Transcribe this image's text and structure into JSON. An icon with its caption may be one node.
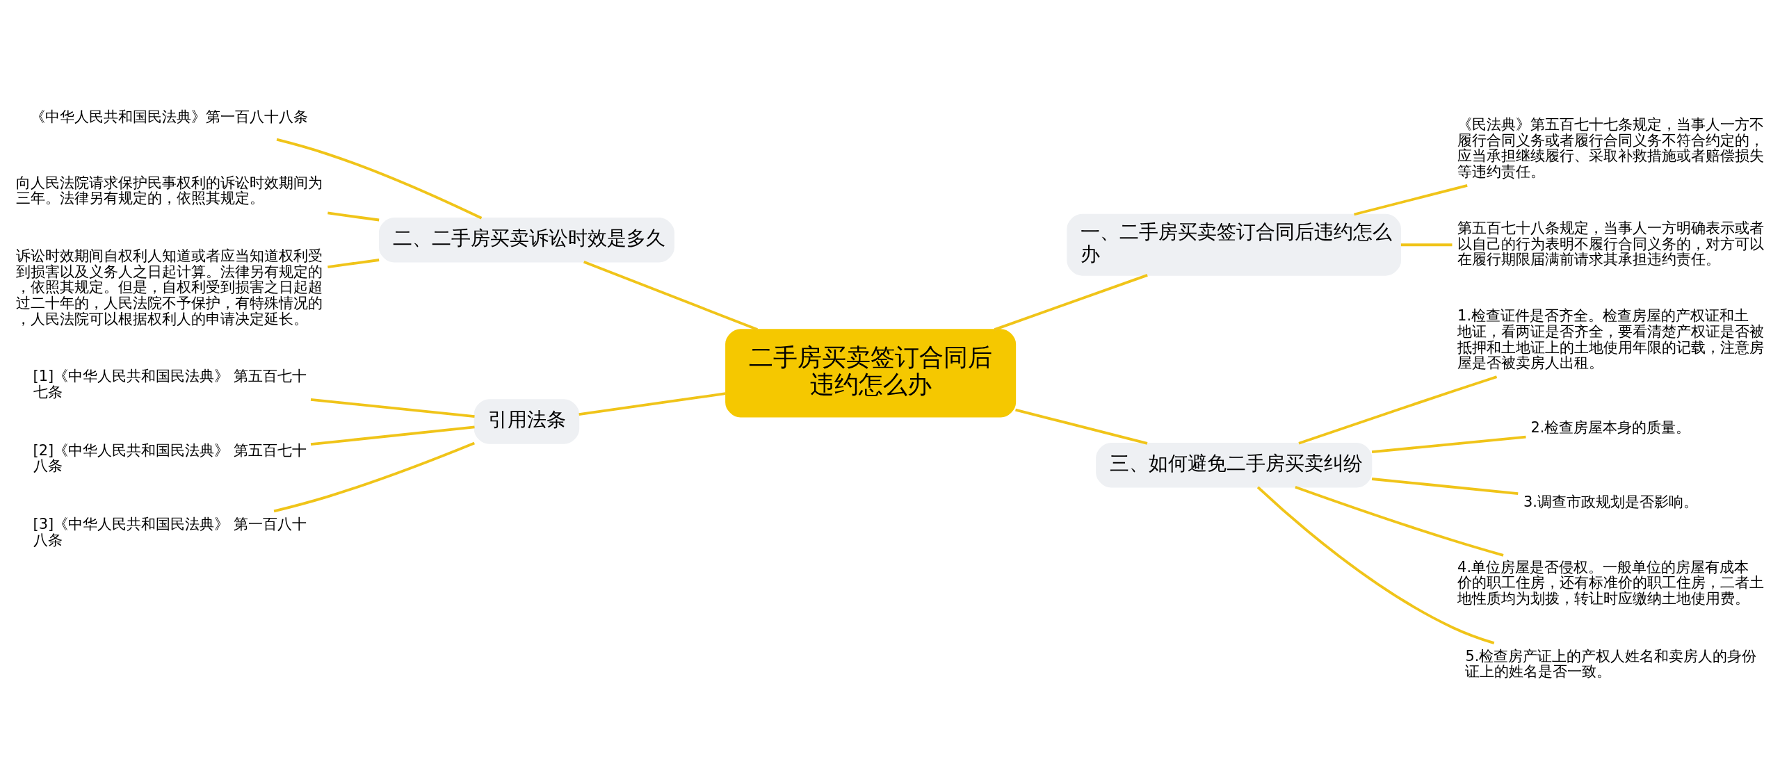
{
  "diagram": {
    "nodes": [
      {
        "text": [
          "二手房买卖签订合同后违约怎么办"
        ]
      },
      {
        "text": [
          "二、二手房买卖诉讼时效是多久"
        ]
      },
      {
        "text": [
          "《中华人民共和国民法典》第一百八十八条"
        ]
      },
      {
        "text": [
          "向人民法院请求保护民事权利的诉讼时效期间为三年。法律另有规定的，依照其规定。"
        ]
      },
      {
        "text": [
          "诉讼时效期间自权利人知道或者应当知道权利受到损害以及义务人之日起计算。法律另有规定的，依照其规定。但是，自权利受到损害之日起超过二十年的，人民法院不予保护，有特殊情况的，人民法院可以根据权利人的申请决定延长。"
        ]
      },
      {
        "text": [
          "引用法条"
        ]
      },
      {
        "text": [
          "[1]《中华人民共和国民法典》 第五百七十七条"
        ]
      },
      {
        "text": [
          "[2]《中华人民共和国民法典》 第五百七十八条"
        ]
      },
      {
        "text": [
          "[3]《中华人民共和国民法典》 第一百八十八条"
        ]
      },
      {
        "text": [
          "一、二手房买卖签订合同后违约怎么办"
        ]
      },
      {
        "text": [
          "《民法典》第五百七十七条规定，当事人一方不履行合同义务或者履行合同义务不符合约定的，应当承担继续履行、采取补救措施或者赔偿损失等违约责任。"
        ]
      },
      {
        "text": [
          "第五百七十八条规定，当事人一方明确表示或者以自己的行为表明不履行合同义务的，对方可以在履行期限届满前请求其承担违约责任。"
        ]
      },
      {
        "text": [
          "三、如何避免二手房买卖纠纷"
        ]
      },
      {
        "text": [
          "1.检查证件是否齐全。检查房屋的产权证和土地证，看两证是否齐全，要看清楚产权证是否被抵押和土地证上的土地使用年限的记载，注意房屋是否被卖房人出租。"
        ]
      },
      {
        "text": [
          "2.检查房屋本身的质量。"
        ]
      },
      {
        "text": [
          "3.调查市政规划是否影响。"
        ]
      },
      {
        "text": [
          "4.单位房屋是否侵权。一般单位的房屋有成本价的职工住房，还有标准价的职工住房，二者土地性质均为划拨，转让时应缴纳土地使用费。"
        ]
      },
      {
        "text": [
          "5.检查房产证上的产权人姓名和卖房人的身份证上的姓名是否一致。"
        ]
      }
    ],
    "edges": [
      {
        "from": 0,
        "to": 1,
        "arrow": "none"
      },
      {
        "from": 1,
        "to": 2,
        "arrow": "none"
      },
      {
        "from": 1,
        "to": 3,
        "arrow": "none"
      },
      {
        "from": 1,
        "to": 4,
        "arrow": "none"
      },
      {
        "from": 0,
        "to": 5,
        "arrow": "none"
      },
      {
        "from": 5,
        "to": 6,
        "arrow": "none"
      },
      {
        "from": 5,
        "to": 7,
        "arrow": "none"
      },
      {
        "from": 5,
        "to": 8,
        "arrow": "none"
      },
      {
        "from": 0,
        "to": 9,
        "arrow": "none"
      },
      {
        "from": 9,
        "to": 10,
        "arrow": "none"
      },
      {
        "from": 9,
        "to": 11,
        "arrow": "none"
      },
      {
        "from": 0,
        "to": 12,
        "arrow": "none"
      },
      {
        "from": 12,
        "to": 13,
        "arrow": "none"
      },
      {
        "from": 12,
        "to": 14,
        "arrow": "none"
      },
      {
        "from": 12,
        "to": 15,
        "arrow": "none"
      },
      {
        "from": 12,
        "to": 16,
        "arrow": "none"
      },
      {
        "from": 12,
        "to": 17,
        "arrow": "none"
      }
    ]
  }
}
